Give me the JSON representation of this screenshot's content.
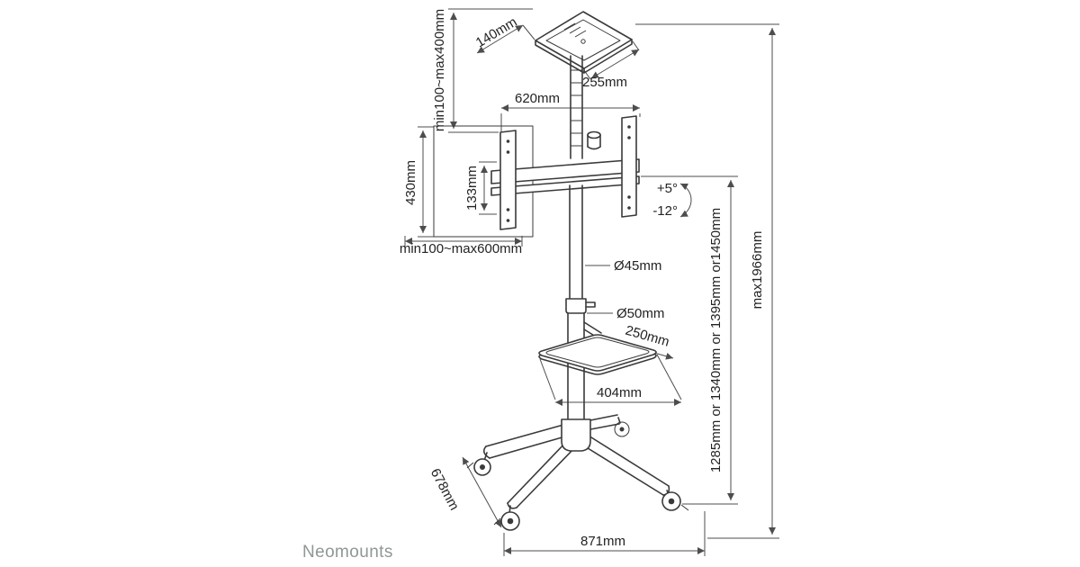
{
  "brand": {
    "name": "Neomounts",
    "color": "#8f9794"
  },
  "dimensions": {
    "top_height_range": "min100~max400mm",
    "top_plate_depth": "140mm",
    "top_plate_width": "255mm",
    "crossbar_width": "620mm",
    "bracket_height": "430mm",
    "rail_height": "133mm",
    "vesa_width_range": "min100~max600mm",
    "tilt_up": "+5°",
    "tilt_down": "-12°",
    "upper_pole_diameter": "Ø45mm",
    "lower_pole_diameter": "Ø50mm",
    "shelf_depth": "250mm",
    "shelf_width": "404mm",
    "pole_height_options": "1285mm or 1340mm or 1395mm or1450mm",
    "max_total_height": "max1966mm",
    "foot_depth": "678mm",
    "base_width": "871mm"
  }
}
